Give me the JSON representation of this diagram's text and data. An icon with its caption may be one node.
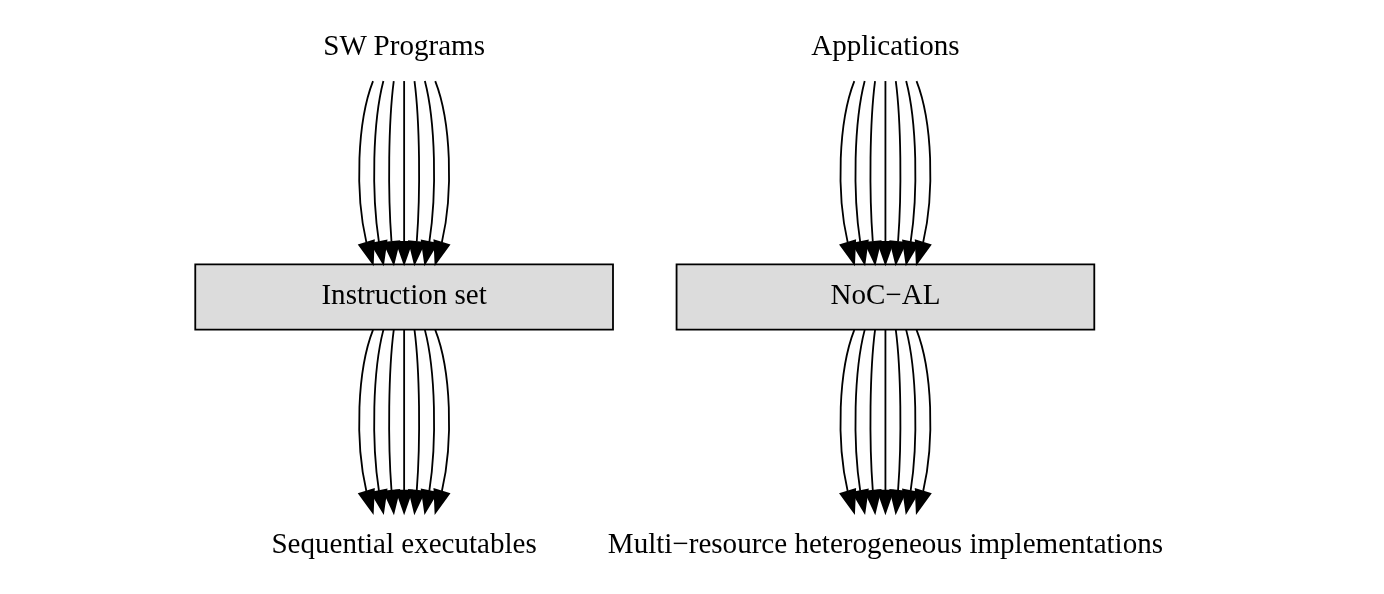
{
  "diagram": {
    "nodes": [
      {
        "text": [
          "SW Programs"
        ]
      },
      {
        "text": [
          "Instruction set"
        ]
      },
      {
        "text": [
          "Sequential executables"
        ]
      },
      {
        "text": [
          "Applications"
        ]
      },
      {
        "text": [
          "NoC−AL"
        ]
      },
      {
        "text": [
          "Multi−resource heterogeneous implementations"
        ]
      }
    ],
    "edges": [
      {
        "from": 0,
        "to": 1,
        "arrow": "to"
      },
      {
        "from": 0,
        "to": 1,
        "arrow": "to"
      },
      {
        "from": 0,
        "to": 1,
        "arrow": "to"
      },
      {
        "from": 0,
        "to": 1,
        "arrow": "to"
      },
      {
        "from": 0,
        "to": 1,
        "arrow": "to"
      },
      {
        "from": 0,
        "to": 1,
        "arrow": "to"
      },
      {
        "from": 0,
        "to": 1,
        "arrow": "to"
      },
      {
        "from": 1,
        "to": 2,
        "arrow": "to"
      },
      {
        "from": 1,
        "to": 2,
        "arrow": "to"
      },
      {
        "from": 1,
        "to": 2,
        "arrow": "to"
      },
      {
        "from": 1,
        "to": 2,
        "arrow": "to"
      },
      {
        "from": 1,
        "to": 2,
        "arrow": "to"
      },
      {
        "from": 1,
        "to": 2,
        "arrow": "to"
      },
      {
        "from": 1,
        "to": 2,
        "arrow": "to"
      },
      {
        "from": 3,
        "to": 4,
        "arrow": "to"
      },
      {
        "from": 3,
        "to": 4,
        "arrow": "to"
      },
      {
        "from": 3,
        "to": 4,
        "arrow": "to"
      },
      {
        "from": 3,
        "to": 4,
        "arrow": "to"
      },
      {
        "from": 3,
        "to": 4,
        "arrow": "to"
      },
      {
        "from": 3,
        "to": 4,
        "arrow": "to"
      },
      {
        "from": 3,
        "to": 4,
        "arrow": "to"
      },
      {
        "from": 4,
        "to": 5,
        "arrow": "to"
      },
      {
        "from": 4,
        "to": 5,
        "arrow": "to"
      },
      {
        "from": 4,
        "to": 5,
        "arrow": "to"
      },
      {
        "from": 4,
        "to": 5,
        "arrow": "to"
      },
      {
        "from": 4,
        "to": 5,
        "arrow": "to"
      },
      {
        "from": 4,
        "to": 5,
        "arrow": "to"
      },
      {
        "from": 4,
        "to": 5,
        "arrow": "to"
      }
    ]
  }
}
